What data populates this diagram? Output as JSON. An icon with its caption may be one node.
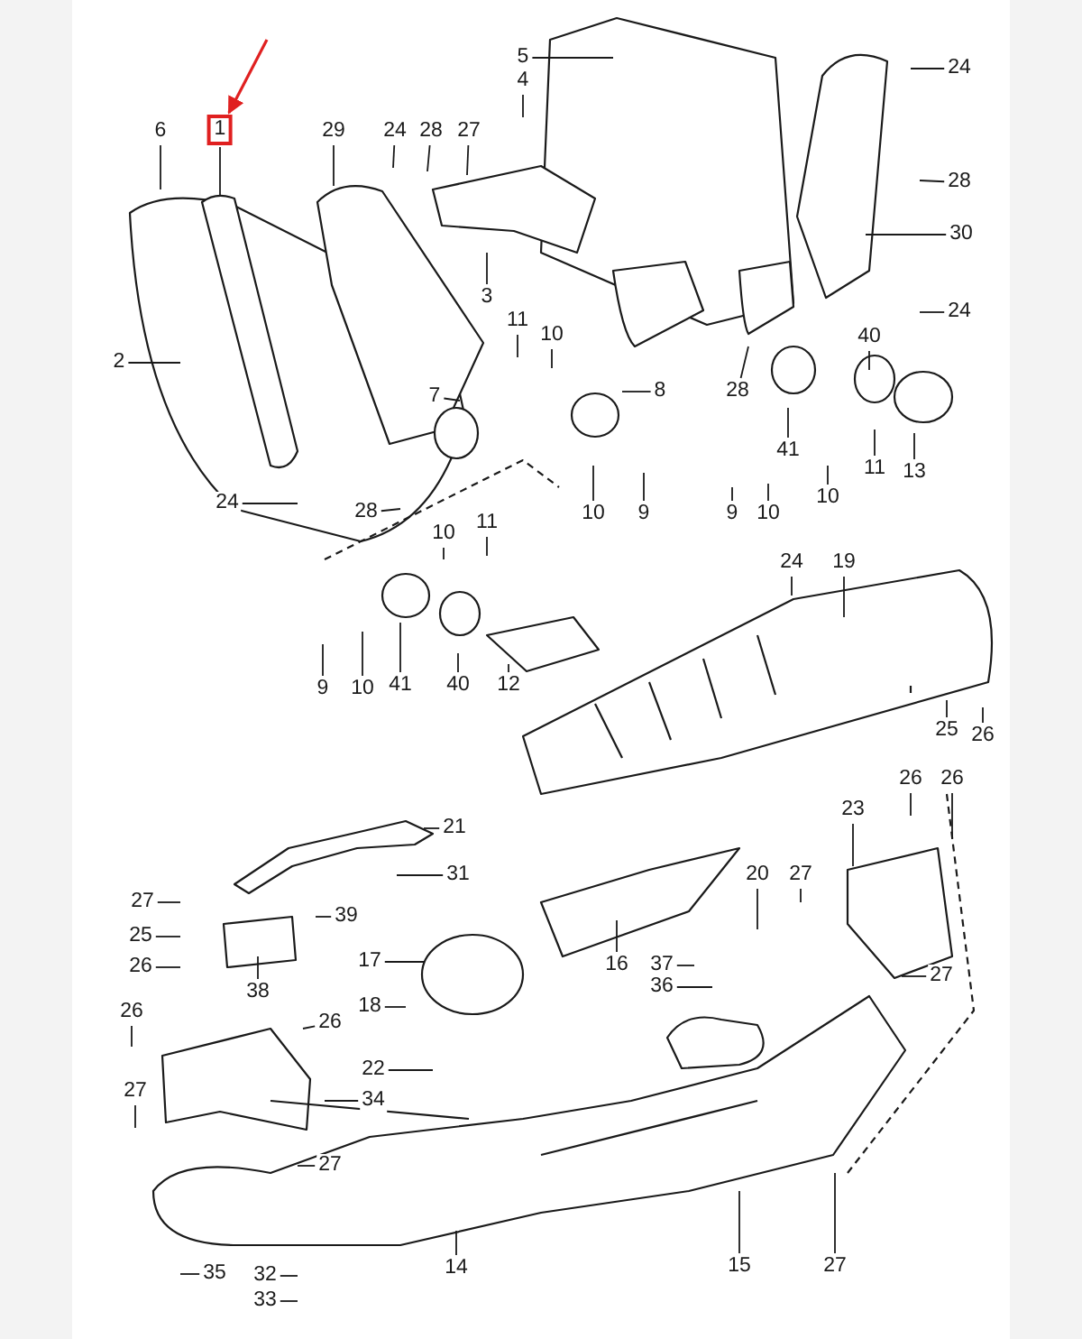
{
  "diagram": {
    "nodes": [
      {
        "text": [
          "6"
        ]
      },
      {
        "text": [
          "1"
        ]
      },
      {
        "text": [
          "29"
        ]
      },
      {
        "text": [
          "24"
        ]
      },
      {
        "text": [
          "28"
        ]
      },
      {
        "text": [
          "27"
        ]
      },
      {
        "text": [
          "5"
        ]
      },
      {
        "text": [
          "4"
        ]
      },
      {
        "text": [
          "24"
        ]
      },
      {
        "text": [
          "28"
        ]
      },
      {
        "text": [
          "30"
        ]
      },
      {
        "text": [
          "3"
        ]
      },
      {
        "text": [
          "24"
        ]
      },
      {
        "text": [
          "11"
        ]
      },
      {
        "text": [
          "10"
        ]
      },
      {
        "text": [
          "40"
        ]
      },
      {
        "text": [
          "2"
        ]
      },
      {
        "text": [
          "7"
        ]
      },
      {
        "text": [
          "8"
        ]
      },
      {
        "text": [
          "28"
        ]
      },
      {
        "text": [
          "41"
        ]
      },
      {
        "text": [
          "13"
        ]
      },
      {
        "text": [
          "11"
        ]
      },
      {
        "text": [
          "10"
        ]
      },
      {
        "text": [
          "24"
        ]
      },
      {
        "text": [
          "28"
        ]
      },
      {
        "text": [
          "10"
        ]
      },
      {
        "text": [
          "9"
        ]
      },
      {
        "text": [
          "9"
        ]
      },
      {
        "text": [
          "10"
        ]
      },
      {
        "text": [
          "11"
        ]
      },
      {
        "text": [
          "10"
        ]
      },
      {
        "text": [
          "24"
        ]
      },
      {
        "text": [
          "19"
        ]
      },
      {
        "text": [
          "9"
        ]
      },
      {
        "text": [
          "10"
        ]
      },
      {
        "text": [
          "41"
        ]
      },
      {
        "text": [
          "40"
        ]
      },
      {
        "text": [
          "12"
        ]
      },
      {
        "text": [
          "25"
        ]
      },
      {
        "text": [
          "26"
        ]
      },
      {
        "text": [
          "26"
        ]
      },
      {
        "text": [
          "26"
        ]
      },
      {
        "text": [
          "23"
        ]
      },
      {
        "text": [
          "21"
        ]
      },
      {
        "text": [
          "20"
        ]
      },
      {
        "text": [
          "27"
        ]
      },
      {
        "text": [
          "31"
        ]
      },
      {
        "text": [
          "27"
        ]
      },
      {
        "text": [
          "39"
        ]
      },
      {
        "text": [
          "25"
        ]
      },
      {
        "text": [
          "17"
        ]
      },
      {
        "text": [
          "16"
        ]
      },
      {
        "text": [
          "37"
        ]
      },
      {
        "text": [
          "26"
        ]
      },
      {
        "text": [
          "27"
        ]
      },
      {
        "text": [
          "36"
        ]
      },
      {
        "text": [
          "38"
        ]
      },
      {
        "text": [
          "18"
        ]
      },
      {
        "text": [
          "26"
        ]
      },
      {
        "text": [
          "26"
        ]
      },
      {
        "text": [
          "22"
        ]
      },
      {
        "text": [
          "27"
        ]
      },
      {
        "text": [
          "34"
        ]
      },
      {
        "text": [
          "27"
        ]
      },
      {
        "text": [
          "14"
        ]
      },
      {
        "text": [
          "15"
        ]
      },
      {
        "text": [
          "27"
        ]
      },
      {
        "text": [
          "35"
        ]
      },
      {
        "text": [
          "32"
        ]
      },
      {
        "text": [
          "33"
        ]
      }
    ],
    "edges": [
      {
        "from": 0,
        "to": null,
        "arrow": "none"
      },
      {
        "from": 1,
        "to": null,
        "arrow": "none"
      },
      {
        "from": 2,
        "to": null,
        "arrow": "none"
      },
      {
        "from": 3,
        "to": null,
        "arrow": "none"
      },
      {
        "from": 4,
        "to": null,
        "arrow": "none"
      },
      {
        "from": 5,
        "to": null,
        "arrow": "none"
      },
      {
        "from": 6,
        "to": null,
        "arrow": "none"
      },
      {
        "from": 7,
        "to": null,
        "arrow": "none"
      },
      {
        "from": 8,
        "to": null,
        "arrow": "none"
      },
      {
        "from": 9,
        "to": null,
        "arrow": "none"
      },
      {
        "from": 10,
        "to": null,
        "arrow": "none"
      },
      {
        "from": 11,
        "to": null,
        "arrow": "none"
      },
      {
        "from": 12,
        "to": null,
        "arrow": "none"
      },
      {
        "from": 13,
        "to": null,
        "arrow": "none"
      },
      {
        "from": 14,
        "to": null,
        "arrow": "none"
      },
      {
        "from": 15,
        "to": null,
        "arrow": "none"
      },
      {
        "from": 16,
        "to": null,
        "arrow": "none"
      },
      {
        "from": 17,
        "to": null,
        "arrow": "none"
      },
      {
        "from": 18,
        "to": null,
        "arrow": "none"
      },
      {
        "from": 19,
        "to": null,
        "arrow": "none"
      },
      {
        "from": 20,
        "to": null,
        "arrow": "none"
      },
      {
        "from": 21,
        "to": null,
        "arrow": "none"
      },
      {
        "from": 22,
        "to": null,
        "arrow": "none"
      },
      {
        "from": 23,
        "to": null,
        "arrow": "none"
      },
      {
        "from": 24,
        "to": null,
        "arrow": "none"
      },
      {
        "from": 25,
        "to": null,
        "arrow": "none"
      },
      {
        "from": 26,
        "to": null,
        "arrow": "none"
      },
      {
        "from": 27,
        "to": null,
        "arrow": "none"
      },
      {
        "from": 28,
        "to": null,
        "arrow": "none"
      },
      {
        "from": 29,
        "to": null,
        "arrow": "none"
      },
      {
        "from": 30,
        "to": null,
        "arrow": "none"
      },
      {
        "from": 31,
        "to": null,
        "arrow": "none"
      },
      {
        "from": 32,
        "to": null,
        "arrow": "none"
      },
      {
        "from": 33,
        "to": null,
        "arrow": "none"
      },
      {
        "from": 34,
        "to": null,
        "arrow": "none"
      },
      {
        "from": 35,
        "to": null,
        "arrow": "none"
      },
      {
        "from": 36,
        "to": null,
        "arrow": "none"
      },
      {
        "from": 37,
        "to": null,
        "arrow": "none"
      },
      {
        "from": 38,
        "to": null,
        "arrow": "none"
      },
      {
        "from": 39,
        "to": null,
        "arrow": "none"
      },
      {
        "from": 40,
        "to": null,
        "arrow": "none"
      },
      {
        "from": 41,
        "to": null,
        "arrow": "none"
      },
      {
        "from": 42,
        "to": null,
        "arrow": "none"
      },
      {
        "from": 43,
        "to": null,
        "arrow": "none"
      },
      {
        "from": 44,
        "to": null,
        "arrow": "none"
      },
      {
        "from": 45,
        "to": null,
        "arrow": "none"
      },
      {
        "from": 46,
        "to": null,
        "arrow": "none"
      },
      {
        "from": 47,
        "to": null,
        "arrow": "none"
      },
      {
        "from": 48,
        "to": null,
        "arrow": "none"
      },
      {
        "from": 49,
        "to": null,
        "arrow": "none"
      },
      {
        "from": 50,
        "to": null,
        "arrow": "none"
      },
      {
        "from": 51,
        "to": null,
        "arrow": "none"
      },
      {
        "from": 52,
        "to": null,
        "arrow": "none"
      },
      {
        "from": 53,
        "to": null,
        "arrow": "none"
      },
      {
        "from": 54,
        "to": null,
        "arrow": "none"
      },
      {
        "from": 55,
        "to": null,
        "arrow": "none"
      },
      {
        "from": 56,
        "to": null,
        "arrow": "none"
      },
      {
        "from": 57,
        "to": null,
        "arrow": "none"
      },
      {
        "from": 58,
        "to": null,
        "arrow": "none"
      },
      {
        "from": 59,
        "to": null,
        "arrow": "none"
      },
      {
        "from": 60,
        "to": null,
        "arrow": "none"
      },
      {
        "from": 61,
        "to": null,
        "arrow": "none"
      },
      {
        "from": 62,
        "to": null,
        "arrow": "none"
      },
      {
        "from": 63,
        "to": null,
        "arrow": "none"
      },
      {
        "from": 64,
        "to": null,
        "arrow": "none"
      },
      {
        "from": 65,
        "to": null,
        "arrow": "none"
      },
      {
        "from": 66,
        "to": null,
        "arrow": "none"
      },
      {
        "from": 67,
        "to": null,
        "arrow": "none"
      },
      {
        "from": 68,
        "to": null,
        "arrow": "none"
      },
      {
        "from": 69,
        "to": null,
        "arrow": "none"
      },
      {
        "from": 70,
        "to": null,
        "arrow": "none"
      },
      {
        "from": null,
        "to": 1,
        "arrow": "to",
        "color": "#e02020"
      }
    ]
  }
}
